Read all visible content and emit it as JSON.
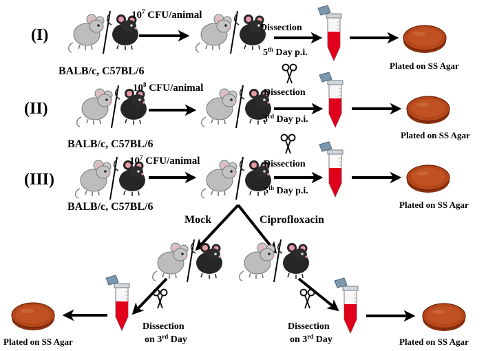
{
  "rows": [
    {
      "numeral": "(I)",
      "dose_base": "10",
      "dose_exp": "7",
      "dose_unit": " CFU/animal",
      "dissection": "Dissection",
      "day_num": "5",
      "day_suffix": "th",
      "day_rest": " Day p.i.",
      "strains": "BALB/c, C57BL/6",
      "plated": "Plated on SS Agar"
    },
    {
      "numeral": "(II)",
      "dose_base": "10",
      "dose_exp": "8",
      "dose_unit": " CFU/animal",
      "dissection": "Dissection",
      "day_num": "3",
      "day_suffix": "rd",
      "day_rest": " Day p.i.",
      "strains": "BALB/c, C57BL/6",
      "plated": "Plated on SS Agar"
    },
    {
      "numeral": "(III)",
      "dose_base": "10",
      "dose_exp": "7",
      "dose_unit": " CFU/animal",
      "dissection": "Dissection",
      "day_num": "5",
      "day_suffix": "th",
      "day_rest": " Day p.i.",
      "strains": "BALB/c, C57BL/6",
      "plated": "Plated on SS Agar"
    }
  ],
  "branches": {
    "left_label": "Mock",
    "right_label": "Ciprofloxacin",
    "left_dissection_1": "Dissection",
    "left_dissection_2_pre": "on 3",
    "left_dissection_2_sup": "rd",
    "left_dissection_2_post": " Day",
    "left_plated": "Plated on SS Agar",
    "right_dissection_1": "Dissection",
    "right_dissection_2_pre": "on 3",
    "right_dissection_2_sup": "rd",
    "right_dissection_2_post": " Day",
    "right_plated": "Plated on SS Agar"
  },
  "colors": {
    "mouse_grey": "#bdbdbd",
    "mouse_black": "#262626",
    "ear_pink": "#e89aa6",
    "blood_red": "#e0001b",
    "agar": "#b4461a",
    "tube_cap": "#6f8fa8"
  },
  "icons": [
    "mouse-pair-icon",
    "microcentrifuge-tube-icon",
    "scissors-icon",
    "petri-dish-icon",
    "arrow-icon"
  ]
}
